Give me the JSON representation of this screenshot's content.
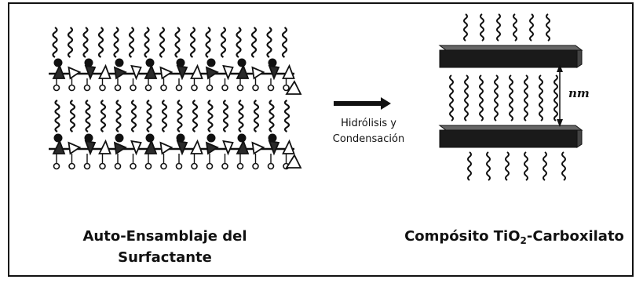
{
  "left_caption_line1": "Auto-Ensamblaje del",
  "left_caption_line2": "Surfactante",
  "process_line1": "Hidrólisis y",
  "process_line2": "Condensación",
  "right_caption_pre": "Compósito TiO",
  "right_caption_sub": "2",
  "right_caption_post": "-Carboxilato",
  "spacing_label": "nm",
  "colors": {
    "ink": "#111111",
    "bar": "#1a1a1a",
    "background": "#ffffff"
  }
}
